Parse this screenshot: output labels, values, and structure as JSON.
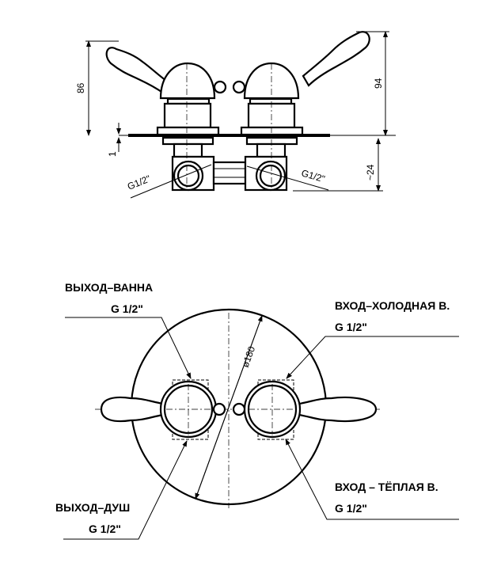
{
  "side_view": {
    "dim_height_left": "86",
    "dim_height_right": "94",
    "dim_plate": "1",
    "dim_depth": "~24",
    "thread_left": "G1/2\"",
    "thread_right": "G1/2\""
  },
  "front_view": {
    "diameter": "ø180",
    "labels": [
      {
        "name": "ВЫХОД–ВАННА",
        "thread": "G 1/2\""
      },
      {
        "name": "ВХОД–ХОЛОДНАЯ В.",
        "thread": "G 1/2\""
      },
      {
        "name": "ВЫХОД–ДУШ",
        "thread": "G 1/2\""
      },
      {
        "name": "ВХОД – ТЁПЛАЯ В.",
        "thread": "G 1/2\""
      }
    ]
  }
}
